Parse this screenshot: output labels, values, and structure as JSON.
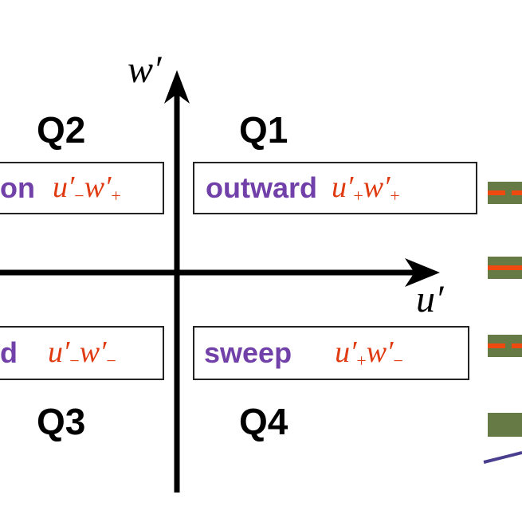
{
  "axes": {
    "vertical_label": "w′",
    "horizontal_label": "u′"
  },
  "quadrants": {
    "q1": {
      "label": "Q1",
      "word": "outward",
      "u": "u′",
      "u_sign": "+",
      "w": "w′",
      "w_sign": "+"
    },
    "q2": {
      "label": "Q2",
      "word": "on",
      "u": "u′",
      "u_sign": "−",
      "w": "w′",
      "w_sign": "+"
    },
    "q3": {
      "label": "Q3",
      "word": "d",
      "u": "u′",
      "u_sign": "−",
      "w": "w′",
      "w_sign": "−"
    },
    "q4": {
      "label": "Q4",
      "word": "sweep",
      "u": "u′",
      "u_sign": "+",
      "w": "w′",
      "w_sign": "−"
    }
  },
  "colors": {
    "word": "#7140a8",
    "math": "#e03a10",
    "legend_green": "#667a45",
    "legend_dash": "#ee4a10",
    "line": "#4a3f8f"
  }
}
